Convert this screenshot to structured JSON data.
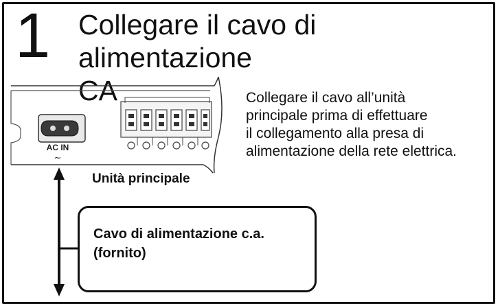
{
  "step": {
    "number": "1",
    "title_line1": "Collegare il cavo di alimentazione",
    "title_line2": "CA"
  },
  "description": [
    "Collegare il cavo all’unità",
    "principale prima di effettuare",
    "il collegamento alla presa di",
    "alimentazione della rete elettrica."
  ],
  "diagram": {
    "port_label": "AC IN",
    "unit_label": "Unità principale",
    "cable_label_line1": "Cavo di alimentazione c.a.",
    "cable_label_line2": "(fornito)"
  }
}
